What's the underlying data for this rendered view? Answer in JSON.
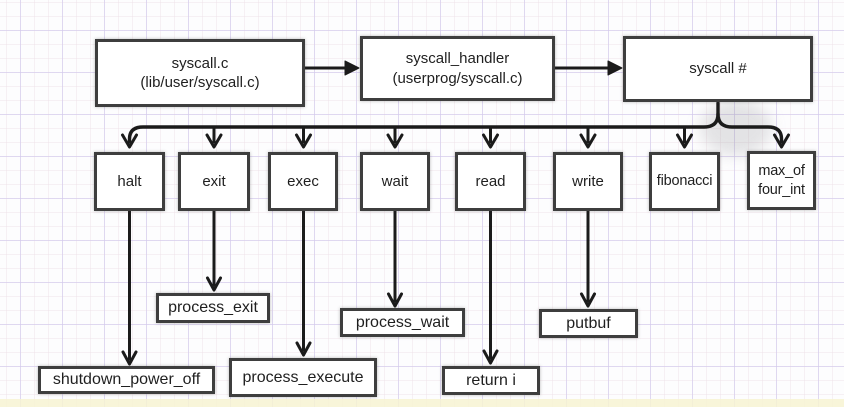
{
  "diagram": {
    "type": "flowchart",
    "nodes": {
      "syscall_c": {
        "label": "syscall.c\n(lib/user/syscall.c)"
      },
      "syscall_handler": {
        "label": "syscall_handler\n(userprog/syscall.c)"
      },
      "syscall_number": {
        "label": "syscall #"
      },
      "halt": {
        "label": "halt"
      },
      "exit": {
        "label": "exit"
      },
      "exec": {
        "label": "exec"
      },
      "wait": {
        "label": "wait"
      },
      "read": {
        "label": "read"
      },
      "write": {
        "label": "write"
      },
      "fibonacci": {
        "label": "fibonacci"
      },
      "max_of_four_int": {
        "label": "max_of\nfour_int"
      },
      "shutdown_power_off": {
        "label": "shutdown_power_off"
      },
      "process_exit": {
        "label": "process_exit"
      },
      "process_execute": {
        "label": "process_execute"
      },
      "process_wait": {
        "label": "process_wait"
      },
      "return_i": {
        "label": "return i"
      },
      "putbuf": {
        "label": "putbuf"
      }
    },
    "edges": [
      {
        "from": "syscall.c",
        "to": "syscall_handler"
      },
      {
        "from": "syscall_handler",
        "to": "syscall #"
      },
      {
        "from": "syscall #",
        "to": "halt"
      },
      {
        "from": "syscall #",
        "to": "exit"
      },
      {
        "from": "syscall #",
        "to": "exec"
      },
      {
        "from": "syscall #",
        "to": "wait"
      },
      {
        "from": "syscall #",
        "to": "read"
      },
      {
        "from": "syscall #",
        "to": "write"
      },
      {
        "from": "syscall #",
        "to": "fibonacci"
      },
      {
        "from": "syscall #",
        "to": "max_of_four_int"
      },
      {
        "from": "halt",
        "to": "shutdown_power_off"
      },
      {
        "from": "exit",
        "to": "process_exit"
      },
      {
        "from": "exec",
        "to": "process_execute"
      },
      {
        "from": "wait",
        "to": "process_wait"
      },
      {
        "from": "read",
        "to": "return i"
      },
      {
        "from": "write",
        "to": "putbuf"
      }
    ],
    "colors": {
      "box_border": "#3e3e3e",
      "box_fill": "#ffffff",
      "arrow": "#1b1b1b",
      "grid_major": "#d0c8ee",
      "grid_minor": "#eee0e8",
      "background": "#fdfdfe"
    }
  }
}
